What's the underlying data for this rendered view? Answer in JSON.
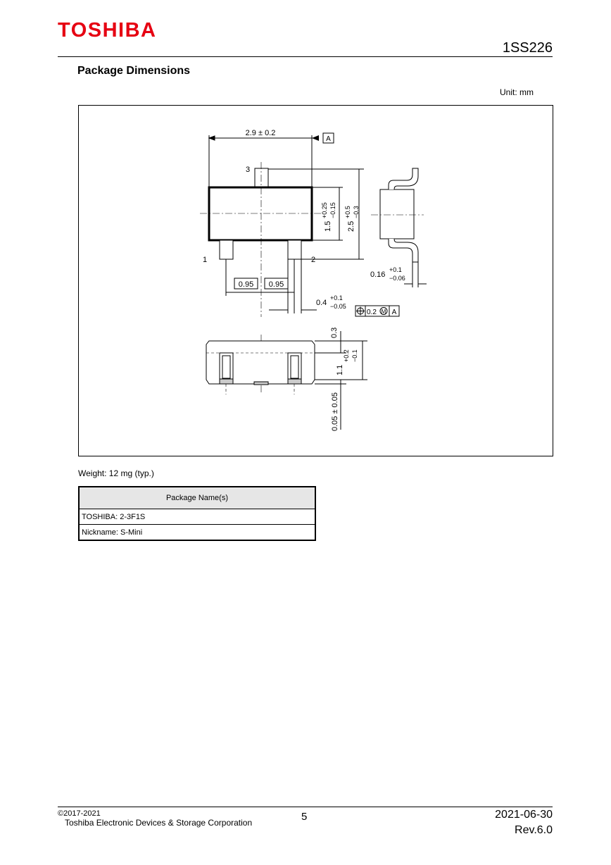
{
  "header": {
    "logo": "TOSHIBA",
    "part_number": "1SS226"
  },
  "section_title": "Package Dimensions",
  "unit_label": "Unit: mm",
  "drawing": {
    "dim_width": "2.9 ± 0.2",
    "datum": "A",
    "pin3": "3",
    "pin1": "1",
    "pin2": "2",
    "body_height": "1.5",
    "body_height_tol_plus": "+0.25",
    "body_height_tol_minus": "−0.15",
    "total_height": "2.5",
    "total_height_tol_plus": "+0.5",
    "total_height_tol_minus": "−0.3",
    "pitch_left": "0.95",
    "pitch_right": "0.95",
    "lead_width": "0.4",
    "lead_width_tol_plus": "+0.1",
    "lead_width_tol_minus": "−0.05",
    "position_tol": "0.2",
    "position_mod": "M",
    "position_datum": "A",
    "lead_thk": "0.16",
    "lead_thk_tol_plus": "+0.1",
    "lead_thk_tol_minus": "−0.06",
    "top_gap": "0.3",
    "side_height": "1.1",
    "side_height_tol_plus": "+0.2",
    "side_height_tol_minus": "−0.1",
    "standoff": "0.05 ± 0.05"
  },
  "weight": "Weight: 12 mg (typ.)",
  "package_table": {
    "header": "Package Name(s)",
    "rows": [
      "TOSHIBA: 2-3F1S",
      "Nickname: S-Mini"
    ]
  },
  "footer": {
    "copyright": "©2017-2021",
    "company": "Toshiba Electronic Devices & Storage Corporation",
    "page": "5",
    "date": "2021-06-30",
    "revision": "Rev.6.0"
  }
}
